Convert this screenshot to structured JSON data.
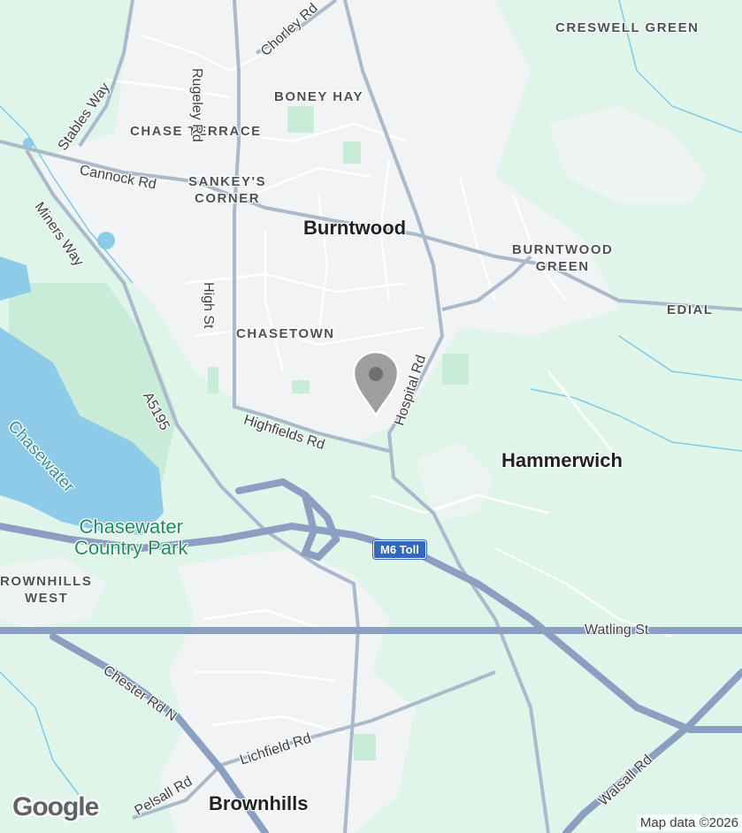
{
  "map": {
    "colors": {
      "land": "#dff5ea",
      "urban": "#f1f3f4",
      "water": "#8ecbe9",
      "road": "#ffffff",
      "major_road": "#aab9cb",
      "motorway": "#8a9fc2",
      "pin": "#9e9e9e"
    },
    "towns": {
      "burntwood": "Burntwood",
      "hammerwich": "Hammerwich",
      "brownhills": "Brownhills"
    },
    "districts": {
      "creswell_green": "CRESWELL GREEN",
      "boney_hay": "BONEY HAY",
      "chase_terrace": "CHASE TERRACE",
      "sankeys_corner": [
        "SANKEY'S",
        "CORNER"
      ],
      "burntwood_green": [
        "BURNTWOOD",
        "GREEN"
      ],
      "edial": "EDIAL",
      "chasetown": "CHASETOWN",
      "brownhills_west": [
        "ROWNHILLS",
        "WEST"
      ]
    },
    "roads": {
      "chorley_rd": "Chorley Rd",
      "rugeley_rd": "Rugeley Rd",
      "stables_way": "Stables Way",
      "cannock_rd": "Cannock Rd",
      "miners_way": "Miners Way",
      "high_st": "High St",
      "hospital_rd": "Hospital Rd",
      "a5195": "A5195",
      "highfields_rd": "Highfields Rd",
      "watling_st": "Watling St",
      "chester_rd_n": "Chester Rd N",
      "lichfield_rd": "Lichfield Rd",
      "pelsall_rd": "Pelsall Rd",
      "walsall_rd": "Walsall Rd"
    },
    "water": {
      "chasewater": "Chasewater"
    },
    "parks": {
      "chasewater_country_park": [
        "Chasewater",
        "Country Park"
      ]
    },
    "motorway_shield": "M6 Toll",
    "logo": "Google",
    "attribution": "Map data ©2026"
  }
}
